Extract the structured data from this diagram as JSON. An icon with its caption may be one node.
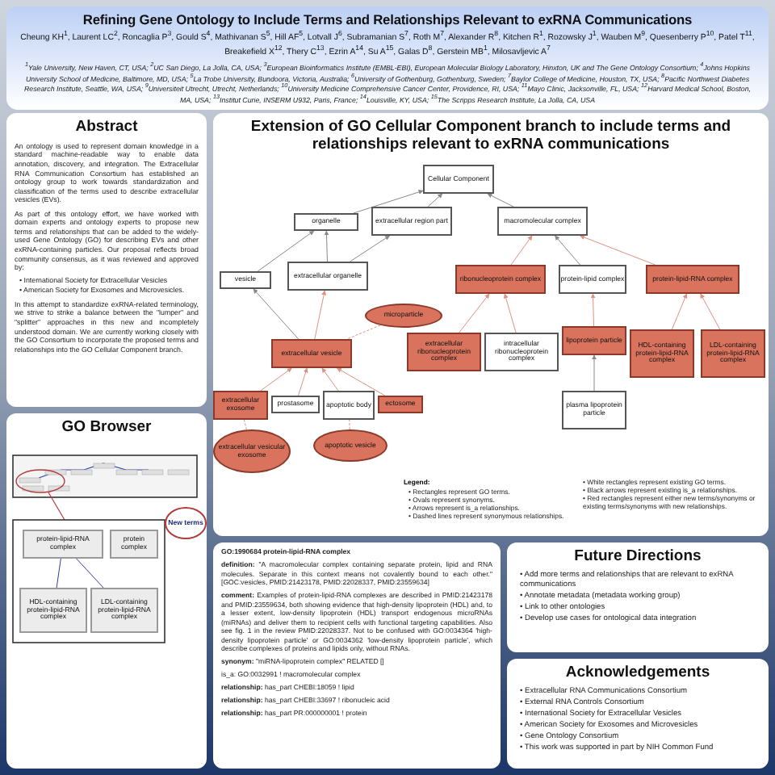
{
  "diagram": {
    "title": "Refining Gene Ontology to Include Terms and Relationships Relevant to exRNA Communications",
    "nodes": [
      {
        "text": [
          "Abstract",
          "An ontology is used to represent domain knowledge in a standard machine-readable way to enable data annotation, discovery, and integration. The Extracellular RNA Communication Consortium has established an ontology group to work towards standardization and classification of the terms used to describe extracellular vesicles (EVs).",
          "As part of this ontology effort, we have worked with domain experts and ontology experts to propose new terms and relationships that can be added to the widely-used Gene Ontology (GO) for describing EVs and other exRNA-containing particles. Our proposal reflects broad community consensus, as it was reviewed and approved by:",
          "• International Society for Extracellular Vesicles",
          "• American Society for Exosomes and Microvesicles.",
          "In this attempt to standardize exRNA-related terminology, we strive to strike a balance between the \"lumper\" and \"splitter\" approaches in this new and incompletely understood domain. We are currently working closely with the GO Consortium to incorporate the proposed terms and relationships into the GO Cellular Component branch."
        ]
      },
      {
        "text": [
          "Extension of GO Cellular Component branch to include terms and relationships relevant to exRNA communications"
        ]
      },
      {
        "text": [
          "Cellular Component"
        ],
        "in": 1
      },
      {
        "text": [
          "organelle"
        ],
        "in": 1
      },
      {
        "text": [
          "extracellular region part"
        ],
        "in": 1
      },
      {
        "text": [
          "macromolecular complex"
        ],
        "in": 1
      },
      {
        "text": [
          "vesicle"
        ],
        "in": 1
      },
      {
        "text": [
          "extracellular organelle"
        ],
        "in": 1
      },
      {
        "text": [
          "ribonucleoprotein complex"
        ],
        "in": 1
      },
      {
        "text": [
          "protein-lipid complex"
        ],
        "in": 1
      },
      {
        "text": [
          "protein-lipid-RNA complex"
        ],
        "in": 1
      },
      {
        "text": [
          "microparticle"
        ],
        "in": 1
      },
      {
        "text": [
          "extracellular vesicle"
        ],
        "in": 1
      },
      {
        "text": [
          "extracellular ribonucleoprotein complex"
        ],
        "in": 1
      },
      {
        "text": [
          "intracellular ribonucleoprotein complex"
        ],
        "in": 1
      },
      {
        "text": [
          "lipoprotein particle"
        ],
        "in": 1
      },
      {
        "text": [
          "HDL-containing protein-lipid-RNA complex"
        ],
        "in": 1
      },
      {
        "text": [
          "LDL-containing protein-lipid-RNA complex"
        ],
        "in": 1
      },
      {
        "text": [
          "extracellular exosome"
        ],
        "in": 1
      },
      {
        "text": [
          "prostasome"
        ],
        "in": 1
      },
      {
        "text": [
          "apoptotic body"
        ],
        "in": 1
      },
      {
        "text": [
          "ectosome"
        ],
        "in": 1
      },
      {
        "text": [
          "plasma lipoprotein particle"
        ],
        "in": 1
      },
      {
        "text": [
          "extracellular vesicular exosome"
        ],
        "in": 1
      },
      {
        "text": [
          "apoptotic vesicle"
        ],
        "in": 1
      },
      {
        "text": [
          "GO Browser"
        ]
      },
      {
        "text": [
          "protein-lipid-RNA complex"
        ],
        "in": 25
      },
      {
        "text": [
          "protein complex"
        ],
        "in": 25
      },
      {
        "text": [
          "HDL-containing protein-lipid-RNA complex"
        ],
        "in": 25
      },
      {
        "text": [
          "LDL-containing protein-lipid-RNA complex"
        ],
        "in": 25
      },
      {
        "text": [
          "GO:1990684 protein-lipid-RNA complex",
          "**definition:** \"A macromolecular complex containing separate protein, lipid and RNA molecules. Separate in this context means not covalently bound to each other.\" [GOC:vesicles, PMID:21423178, PMID:22028337, PMID:23559634]",
          "**comment:** Examples of protein-lipid-RNA complexes are described in PMID:21423178 and PMID:23559634, both showing evidence that high-density lipoprotein (HDL) and, to a lesser extent, low-density lipoprotein (HDL) transport endogenous microRNAs (miRNAs) and deliver them to recipient cells with functional targeting capabilities. Also see fig. 1 in the review PMID:22028337. Not to be confused with GO:0034364 'high-density lipoprotein particle' or GO:0034362 'low-density lipoprotein particle', which describe complexes of proteins and lipids only, without RNAs.",
          "**synonym:** \"miRNA-lipoprotein complex\" RELATED []",
          "is_a: GO:0032991 ! macromolecular complex",
          "**relationship:** has_part CHEBI:18059 ! lipid",
          "**relationship:** has_part CHEBI:33697 ! ribonucleic acid",
          "**relationship:** has_part PR:000000001 ! protein"
        ]
      },
      {
        "text": [
          "Future Directions",
          "• Add more terms and relationships that are relevant to exRNA communications",
          "• Annotate metadata (metadata working group)",
          "• Link to other ontologies",
          "• Develop use cases for ontological data integration"
        ]
      },
      {
        "text": [
          "Acknowledgements",
          "• Extracellular RNA Communications Consortium",
          "• External RNA Controls Consortium",
          "• International Society for Extracellular Vesicles",
          "• American Society for Exosomes and Microvesicles",
          "• Gene Ontology Consortium",
          "• This work was supported in part by NIH Common Fund"
        ]
      }
    ],
    "edges": [
      {
        "from": 3,
        "to": 2,
        "arrow": "to",
        "color": "#888888"
      },
      {
        "from": 4,
        "to": 2,
        "arrow": "to",
        "color": "#888888"
      },
      {
        "from": 5,
        "to": 2,
        "arrow": "to",
        "color": "#888888"
      },
      {
        "from": 6,
        "to": 3,
        "arrow": "to",
        "color": "#888888"
      },
      {
        "from": 7,
        "to": 3,
        "arrow": "to",
        "color": "#888888"
      },
      {
        "from": 7,
        "to": 4,
        "arrow": "to",
        "color": "#888888"
      },
      {
        "from": 8,
        "to": 5,
        "arrow": "to",
        "color": "#e0907f"
      },
      {
        "from": 9,
        "to": 5,
        "arrow": "to",
        "color": "#888888"
      },
      {
        "from": 10,
        "to": 5,
        "arrow": "to",
        "color": "#e0907f"
      },
      {
        "from": 11,
        "to": 12,
        "arrow": "none",
        "style": "dashed",
        "color": "#e0907f"
      },
      {
        "from": 12,
        "to": 6,
        "arrow": "to",
        "color": "#888888"
      },
      {
        "from": 12,
        "to": 7,
        "arrow": "to",
        "color": "#e0907f"
      },
      {
        "from": 13,
        "to": 8,
        "arrow": "to",
        "color": "#e0907f"
      },
      {
        "from": 14,
        "to": 8,
        "arrow": "to",
        "color": "#e0907f"
      },
      {
        "from": 15,
        "to": 9,
        "arrow": "to",
        "color": "#e0907f"
      },
      {
        "from": 16,
        "to": 10,
        "arrow": "to",
        "color": "#e0907f"
      },
      {
        "from": 17,
        "to": 10,
        "arrow": "to",
        "color": "#e0907f"
      },
      {
        "from": 18,
        "to": 12,
        "arrow": "to",
        "color": "#e0907f"
      },
      {
        "from": 19,
        "to": 12,
        "arrow": "to",
        "color": "#e0907f"
      },
      {
        "from": 20,
        "to": 12,
        "arrow": "to",
        "color": "#e0907f"
      },
      {
        "from": 21,
        "to": 12,
        "arrow": "to",
        "color": "#e0907f"
      },
      {
        "from": 22,
        "to": 15,
        "arrow": "to",
        "color": "#888888"
      },
      {
        "from": 23,
        "to": 18,
        "arrow": "none",
        "style": "dashed",
        "color": "#e0907f"
      },
      {
        "from": 24,
        "to": 20,
        "arrow": "none",
        "style": "dashed",
        "color": "#e0907f"
      },
      {
        "from": 28,
        "to": 26,
        "arrow": "none",
        "color": "#2b3ea8"
      },
      {
        "from": 29,
        "to": 26,
        "arrow": "none",
        "color": "#2b3ea8"
      }
    ],
    "labels": [
      "Cheung KH$^{1}$, Laurent LC$^{2}$, Roncaglia P$^{3}$, Gould S$^{4}$, Mathivanan S$^{5}$, Hill AF$^{5}$, Lotvall J$^{6}$, Subramanian S$^{7}$, Roth M$^{7}$, Alexander R$^{8}$, Kitchen R$^{1}$, Rozowsky J$^{1}$, Wauben M$^{9}$, Quesenberry P$^{10}$, Patel T$^{11}$, Breakefield X$^{12}$, Thery C$^{13}$, Ezrin A$^{14}$, Su A$^{15}$, Galas D$^{8}$, Gerstein MB$^{1}$, Milosavljevic A$^{7}$",
      "$^{1}$Yale University, New Haven, CT, USA; $^{2}$UC San Diego, La Jolla, CA, USA; $^{3}$European Bioinformatics Institute (EMBL-EBI), European Molecular Biology Laboratory, Hinxton, UK and The Gene Ontology Consortium; $^{4}$Johns Hopkins University School of Medicine, Baltimore, MD, USA; $^{5}$La Trobe University, Bundoora, Victoria, Australia; $^{6}$University of Gothenburg, Gothenburg, Sweden; $^{7}$Baylor College of Medicine, Houston, TX, USA; $^{8}$Pacific Northwest Diabetes Research Institute, Seattle, WA, USA; $^{9}$Universiteit Utrecht, Utrecht, Netherlands; $^{10}$University Medicine Comprehensive Cancer Center, Providence, RI, USA; $^{11}$Mayo Clinic, Jacksonville, FL, USA; $^{12}$Harvard Medical School, Boston, MA, USA; $^{13}$Institut Curie, INSERM U932, Paris, France; $^{14}$Louisville, KY, USA; $^{15}$The Scripps Research Institute, La Jolla, CA, USA",
      "Legend:",
      "New terms"
    ],
    "legend": [
      {
        "text": "• Rectangles represent GO terms."
      },
      {
        "text": "• Ovals represent synonyms."
      },
      {
        "text": "• Arrows represent is_a relationships."
      },
      {
        "text": "• Dashed lines represent synonymous relationships."
      },
      {
        "text": "• White rectangles represent existing GO terms."
      },
      {
        "text": "• Black arrows represent existing is_a relationships."
      },
      {
        "text": "• Red rectangles represent either new terms/synonyms or existing terms/synonyms with new relationships."
      }
    ]
  }
}
